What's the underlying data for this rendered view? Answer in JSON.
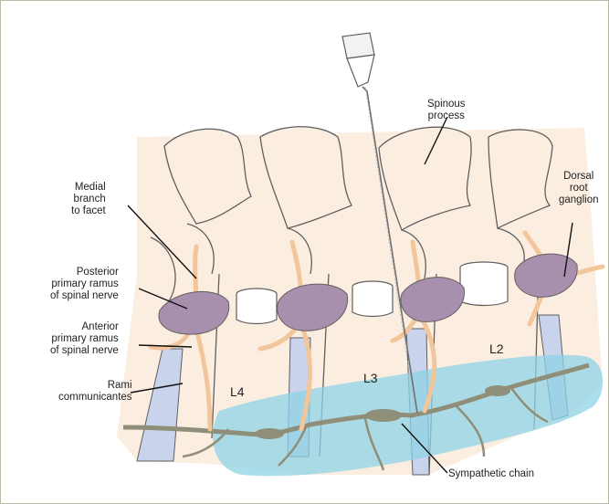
{
  "labels": {
    "spinous_process": [
      "Spinous",
      "process"
    ],
    "dorsal_root_ganglion": [
      "Dorsal",
      "root",
      "ganglion"
    ],
    "medial_branch": [
      "Medial",
      "branch",
      "to facet"
    ],
    "posterior_ramus": [
      "Posterior",
      "primary ramus",
      "of spinal nerve"
    ],
    "anterior_ramus": [
      "Anterior",
      "primary ramus",
      "of spinal nerve"
    ],
    "rami_communicantes": [
      "Rami",
      "communicantes"
    ],
    "sympathetic_chain": "Sympathetic chain"
  },
  "vertebra_levels": {
    "l4": "L4",
    "l3": "L3",
    "l2": "L2"
  },
  "colors": {
    "background": "#fbeee1",
    "bone_outline": "#5f5f5f",
    "nerve": "#f2c59a",
    "ganglion": "#a98fae",
    "disc": "#c9d3ec",
    "sympathetic_zone": "#8fd3e6",
    "chain": "#8f8e78",
    "leader_line": "#111111"
  }
}
